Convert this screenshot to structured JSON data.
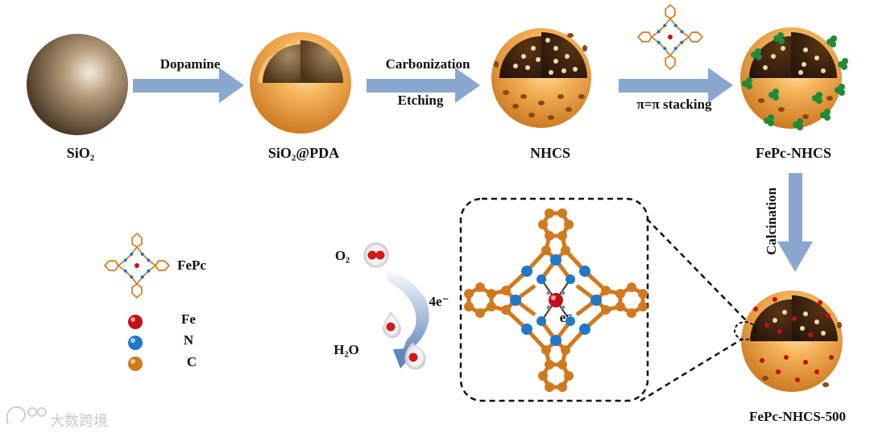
{
  "steps": {
    "sio2": "SiO₂",
    "sio2_pda": "SiO₂@PDA",
    "nhcs": "NHCS",
    "fepc_nhcs": "FePc-NHCS",
    "fepc_nhcs_500": "FePc-NHCS-500"
  },
  "arrows": {
    "dopamine": "Dopamine",
    "carbonization": "Carbonization",
    "etching": "Etching",
    "stacking": "π=π stacking",
    "calcination": "Calcination"
  },
  "legend": {
    "fepc": "FePc",
    "fe": "Fe",
    "n": "N",
    "c": "C"
  },
  "reaction": {
    "o2": "O₂",
    "h2o": "H₂O",
    "electrons": "4e⁻",
    "single_e": "e⁻"
  },
  "watermark": "大数跨境",
  "colors": {
    "arrow": "#8aa7cf",
    "carbon": "#d0791f",
    "nitrogen": "#1f78c8",
    "iron": "#c40f16",
    "shell": "#f4a440",
    "core": "#7c5c2e",
    "fepc_dots": "#1f8a3a"
  }
}
